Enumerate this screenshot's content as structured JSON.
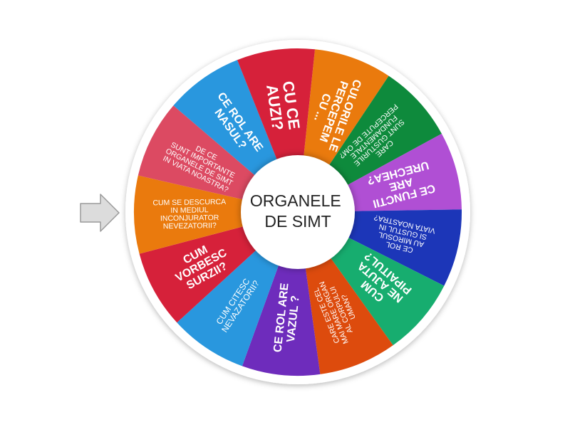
{
  "wheel": {
    "center_label": [
      "ORGANELE",
      "DE SIMT"
    ],
    "segments": [
      {
        "lines": [
          "CULORILE LE",
          "PERCEPEM",
          "CU ..."
        ],
        "color": "#ea7a0d"
      },
      {
        "lines": [
          "CARE",
          "SUNT GUSTURILE",
          "FUNDAMENTALE",
          "PERCEPUTE DE OM?"
        ],
        "color": "#0e8a3c"
      },
      {
        "lines": [
          "CE FUNCTII",
          "ARE",
          "URECHEA?"
        ],
        "color": "#b04fd4"
      },
      {
        "lines": [
          "CE ROL",
          "AU MIROSUL",
          "SI GUSTUL IN",
          "VIATA NOASTRA?"
        ],
        "color": "#1c36b8"
      },
      {
        "lines": [
          "CUM",
          "NE AJUTA",
          "PIPAITUL?"
        ],
        "color": "#17ad6f"
      },
      {
        "lines": [
          "CARE ESTE CEL",
          "MAI MARE ORGAN",
          "AL CORPULUI",
          "UMAN?"
        ],
        "color": "#dd4b0d"
      },
      {
        "lines": [
          "CE ROL ARE",
          "VAZUL ?"
        ],
        "color": "#6e2cbc"
      },
      {
        "lines": [
          "CUM CITESC",
          "NEVAZATORII?"
        ],
        "color": "#2997de"
      },
      {
        "lines": [
          "CUM",
          "VORBESC",
          "SURZII?"
        ],
        "color": "#d6213a"
      },
      {
        "lines": [
          "CUM SE DESCURCA",
          "IN MEDIUL",
          "INCONJURATOR",
          "NEVEZATORII?"
        ],
        "color": "#ea7a0d"
      },
      {
        "lines": [
          "DE CE",
          "SUNT IMPORTANTE",
          "ORGANELE DE SIMT",
          "IN VIATA NOASTRA?"
        ],
        "color": "#dc4a62"
      },
      {
        "lines": [
          "CE ROL ARE",
          "NASUL?"
        ],
        "color": "#2997de"
      },
      {
        "lines": [
          "CU CE",
          "AUZI?"
        ],
        "color": "#d6213a"
      }
    ]
  },
  "pointer": {
    "icon": "arrow-pointer-icon",
    "color": "#dcdcdc"
  }
}
